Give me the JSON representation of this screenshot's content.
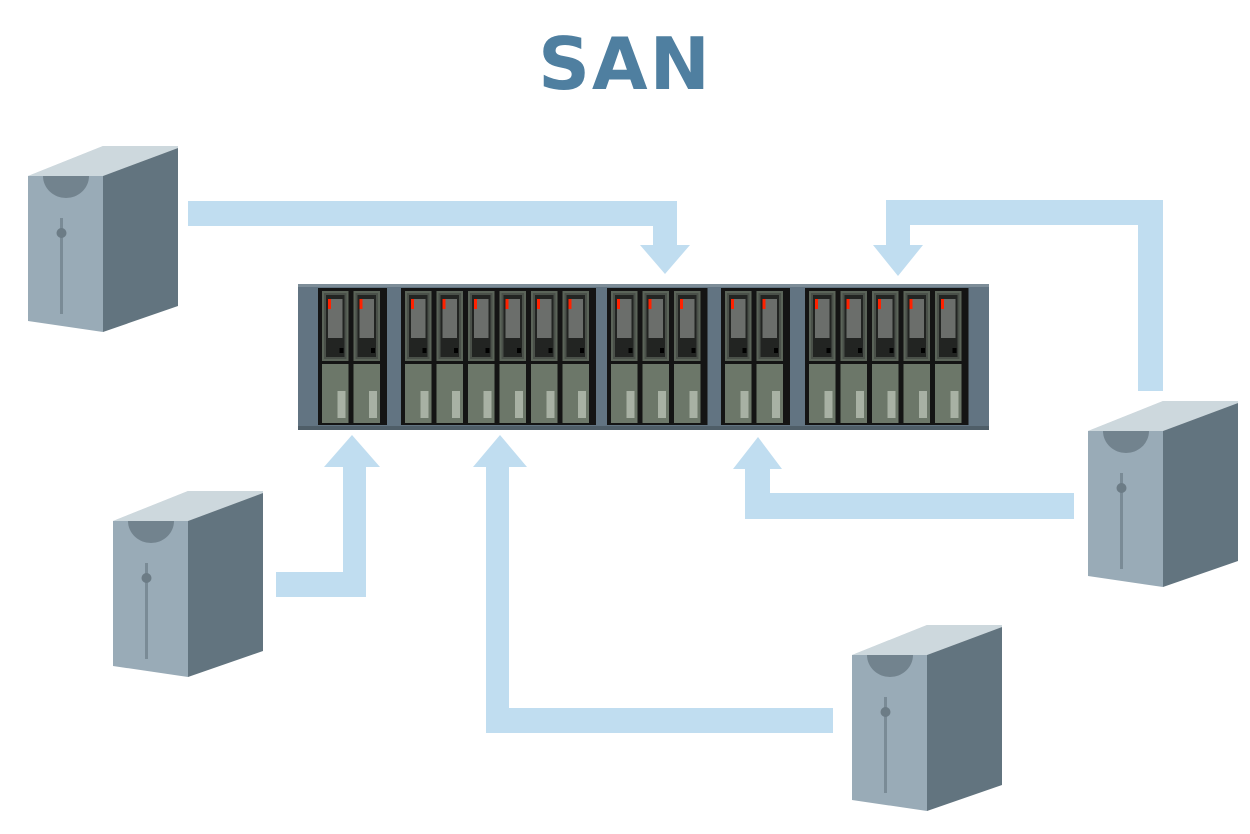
{
  "title": "SAN",
  "colors": {
    "title": "#4f7fa0",
    "arrow": "#c0ddf0",
    "chassis": "#627482",
    "bay_frame": "#141414",
    "drive_face": "#6c7769",
    "led": "#ff2200",
    "server_front": "#99abb7",
    "server_side": "#62747f",
    "server_top": "#cdd8dd"
  },
  "storage_array": {
    "label": "storage-array",
    "drive_groups": [
      2,
      6,
      3,
      2,
      5
    ]
  },
  "servers": [
    {
      "id": "server-top-left"
    },
    {
      "id": "server-mid-left"
    },
    {
      "id": "server-right"
    },
    {
      "id": "server-bottom"
    }
  ],
  "connections": [
    {
      "from": "server-top-left",
      "to": "storage-array",
      "direction": "into-array-top"
    },
    {
      "from": "server-right",
      "to": "storage-array",
      "direction": "into-array-top"
    },
    {
      "from": "server-mid-left",
      "to": "storage-array",
      "direction": "into-array-bottom"
    },
    {
      "from": "server-bottom",
      "to": "storage-array",
      "direction": "into-array-bottom"
    },
    {
      "from": "server-right",
      "to": "storage-array",
      "direction": "into-array-bottom"
    }
  ]
}
